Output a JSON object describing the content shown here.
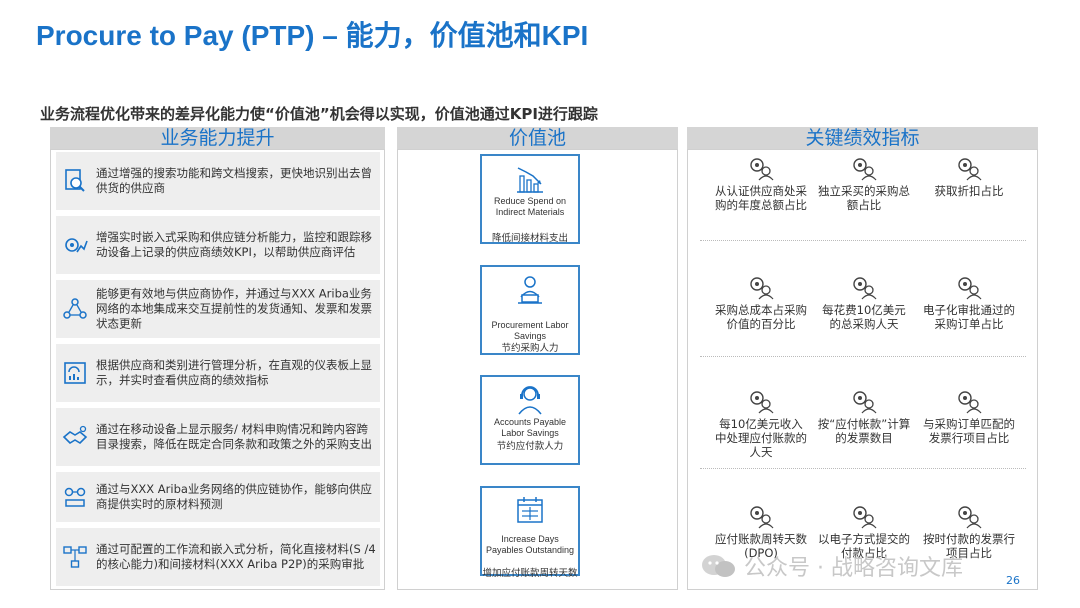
{
  "title": "Procure to Pay (PTP) – 能力，价值池和KPI",
  "subtitle": "业务流程优化带来的差异化能力使“价值池”机会得以实现，价值池通过KPI进行跟踪",
  "columns": {
    "capabilities": "业务能力提升",
    "value_pool": "价值池",
    "kpis": "关键绩效指标"
  },
  "capabilities": [
    {
      "icon": "document-search-icon",
      "text": "通过增强的搜索功能和跨文档搜索，更快地识别出去曾供货的供应商"
    },
    {
      "icon": "analytics-gear-icon",
      "text": "增强实时嵌入式采购和供应链分析能力，监控和跟踪移动设备上记录的供应商绩效KPI，以帮助供应商评估"
    },
    {
      "icon": "network-people-icon",
      "text": "能够更有效地与供应商协作，并通过与XXX Ariba业务网络的本地集成来交互提前性的发货通知、发票和发票状态更新"
    },
    {
      "icon": "dashboard-icon",
      "text": "根据供应商和类别进行管理分析，在直观的仪表板上显示，并实时查看供应商的绩效指标"
    },
    {
      "icon": "handshake-icon",
      "text": "通过在移动设备上显示服务/ 材料申购情况和跨内容跨目录搜索，降低在既定合同条款和政策之外的采购支出"
    },
    {
      "icon": "supply-chain-icon",
      "text": "通过与XXX Ariba业务网络的供应链协作，能够向供应商提供实时的原材料预测"
    },
    {
      "icon": "workflow-icon",
      "text": "通过可配置的工作流和嵌入式分析，简化直接材料(S /4的核心能力)和间接材料(XXX Ariba P2P)的采购审批"
    }
  ],
  "value_pool": [
    {
      "icon": "chart-down-icon",
      "en": "Reduce Spend on Indirect Materials",
      "cn": "降低间接材料支出"
    },
    {
      "icon": "person-laptop-icon",
      "en": "Procurement Labor Savings",
      "cn": "节约采购人力"
    },
    {
      "icon": "headset-person-icon",
      "en": "Accounts Payable Labor  Savings",
      "cn": "节约应付款人力"
    },
    {
      "icon": "calendar-invoice-icon",
      "en": "Increase Days Payables Outstanding",
      "cn": "增加应付账款周转天数"
    }
  ],
  "kpis": [
    [
      "从认证供应商处采购的年度总额占比",
      "独立采买的采购总额占比",
      "获取折扣占比"
    ],
    [
      "采购总成本占采购价值的百分比",
      "每花费10亿美元的总采购人天",
      "电子化审批通过的采购订单占比"
    ],
    [
      "每10亿美元收入中处理应付账款的人天",
      "按“应付帐款”计算的发票数目",
      "与采购订单匹配的发票行项目占比"
    ],
    [
      "应付账款周转天数(DPO)",
      "以电子方式提交的付款占比",
      "按时付款的发票行项目占比"
    ]
  ],
  "watermark": "公众号 · 战略咨询文库",
  "page_number": "26",
  "colors": {
    "accent": "#1a73c8",
    "header_bg": "#d5d5d5",
    "item_bg": "#eeeeee"
  }
}
